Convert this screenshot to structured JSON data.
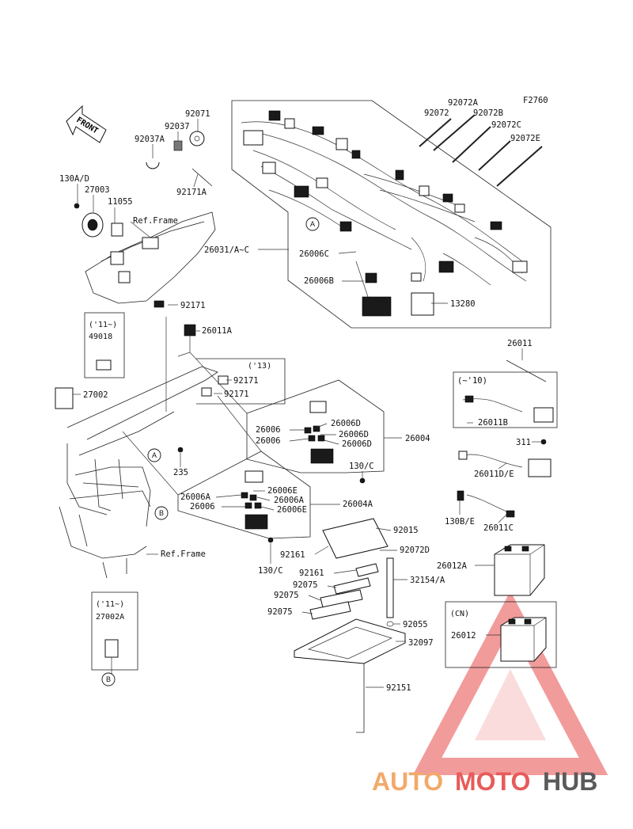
{
  "figure_code": "F2760",
  "front_label": "FRONT",
  "ref_frame_label": "Ref.Frame",
  "callouts": {
    "a": "A",
    "b": "B"
  },
  "boxes": {
    "y11_49018": {
      "year": "('11~)",
      "part": "49018"
    },
    "y13": {
      "year": "('13)"
    },
    "y10": {
      "year": "(~'10)"
    },
    "y11_27002a": {
      "year": "('11~)",
      "part": "27002A"
    },
    "cn": {
      "region": "(CN)",
      "part": "26012"
    }
  },
  "parts": {
    "p92071": "92071",
    "p92037": "92037",
    "p92037a": "92037A",
    "p92171a": "92171A",
    "p130ad": "130A/D",
    "p27003": "27003",
    "p11055": "11055",
    "p92171_1": "92171",
    "p26031": "26031/A~C",
    "p26006c": "26006C",
    "p26006b": "26006B",
    "p13280": "13280",
    "p92072": "92072",
    "p92072a": "92072A",
    "p92072b": "92072B",
    "p92072c": "92072C",
    "p92072e": "92072E",
    "p26011a": "26011A",
    "p92171_2": "92171",
    "p92171_3": "92171",
    "p27002": "27002",
    "p26011": "26011",
    "p26011b": "26011B",
    "p311": "311",
    "p26011de": "26011D/E",
    "p130be": "130B/E",
    "p26011c": "26011C",
    "p26006_1": "26006",
    "p26006_2": "26006",
    "p26006d_1": "26006D",
    "p26006d_2": "26006D",
    "p26006d_3": "26006D",
    "p26004": "26004",
    "p235": "235",
    "p130c_1": "130/C",
    "p26006e_1": "26006E",
    "p26006a_1": "26006A",
    "p26006a_2": "26006A",
    "p26006_3": "26006",
    "p26006e_2": "26006E",
    "p26004a": "26004A",
    "p92015": "92015",
    "p92161_1": "92161",
    "p92072d": "92072D",
    "p130c_2": "130/C",
    "p92161_2": "92161",
    "p92075_1": "92075",
    "p92075_2": "92075",
    "p92075_3": "92075",
    "p32154a": "32154/A",
    "p26012a": "26012A",
    "p92055": "92055",
    "p32097": "32097",
    "p92151": "92151"
  },
  "watermark": {
    "part1": "AUTO",
    "part2": "MOTO",
    "part3": "HUB"
  },
  "colors": {
    "watermark_triangle": "#f08a8a",
    "watermark_auto": "#f2a96b",
    "watermark_moto": "#e85a5a",
    "watermark_hub": "#5a5a5a"
  }
}
